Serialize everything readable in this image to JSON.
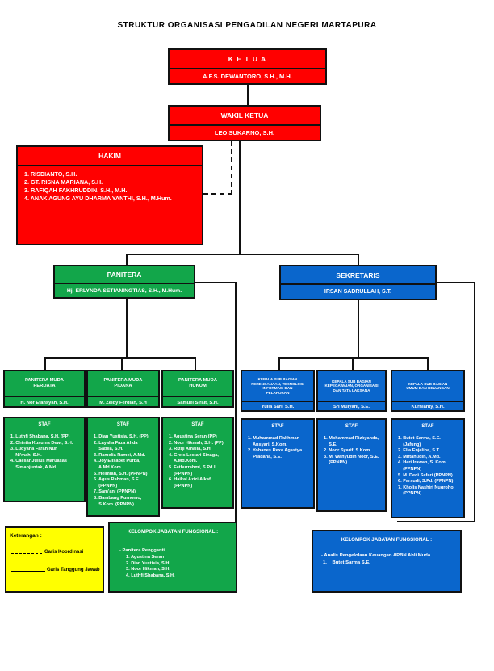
{
  "title": "STRUKTUR ORGANISASI PENGADILAN NEGERI MARTAPURA",
  "ketua": {
    "label": "K E T U A",
    "name": "A.F.S.  DEWANTORO, S.H., M.H."
  },
  "wakil": {
    "label": "WAKIL KETUA",
    "name": "LEO SUKARNO, S.H."
  },
  "hakim": {
    "label": "HAKIM",
    "members": [
      "1. RISDIANTO, S.H.",
      "2. GT. RISNA MARIANA, S.H.",
      "3. RAFIQAH FAKHRUDDIN, S.H., M.H.",
      "4. ANAK AGUNG AYU DHARMA YANTHI, S.H., M.Hum."
    ]
  },
  "panitera": {
    "label": "PANITERA",
    "name": "Hj. ERLYNDA SETIANINGTIAS, S.H., M.Hum."
  },
  "sekretaris": {
    "label": "SEKRETARIS",
    "name": "IRSAN SADRULLAH, S.T."
  },
  "panmud": [
    {
      "label": "PANITERA MUDA\nPERDATA",
      "name": "H. Nor Efansyah, S.H.",
      "staf_label": "STAF",
      "staf": [
        "1. Luthfi Shabana, S.H. (PP)",
        "2. Chintia Kusuma Dewi, S.H.",
        "3. Luqyana Farah Nur\n    Ni'mah, S.H.",
        "4. Caesar Julius Maruasas\n    Simanjuntak, A.Md."
      ]
    },
    {
      "label": "PANITERA MUDA\nPIDANA",
      "name": "M. Zeidy Ferdian, S.H",
      "staf_label": "STAF",
      "staf": [
        "1. Dian Yustisia, S.H. (PP)",
        "2. Layalia Faza Ahda\n    Sabila, S.H.",
        "3. Ramelia Ramei, A.Md.",
        "4. Joy Elisabet Purba,\n    A.Md.Kom.",
        "5. Helmiah, S.H. (PPNPN)",
        "6. Agus Rahman, S.E.\n    (PPNPN)",
        "7. Sam'ani (PPNPN)",
        "8. Bambang Purnomo,\n    S.Kom. (PPNPN)"
      ]
    },
    {
      "label": "PANITERA MUDA\nHUKUM",
      "name": "Samuel Sirait, S.H.",
      "staf_label": "STAF",
      "staf": [
        "1. Agustina Seran (PP)",
        "2. Noor Hikmah, S.H. (PP)",
        "3. Rizqi Amalia, S.H.",
        "4. Greis Lestari Sinaga,\n    A.Md.Kom.",
        "5. Fathurrahmi, S.Pd.I.\n    (PPNPN)",
        "6. Haikal Azizi Alkaf\n    (PPNPN)"
      ]
    }
  ],
  "kasubag": [
    {
      "label": "KEPALA SUB BAGIAN\nPERENCANAAN, TEKNOLOGI\nINFORMASI DAN\nPELAPORAN",
      "name": "Yulla Sari, S.H.",
      "staf_label": "STAF",
      "staf": [
        "1. Muhammad Rakhman\n    Ansyari, S.Kom.",
        "2. Yohanes Rexa Agastya\n    Pradana, S.E."
      ]
    },
    {
      "label": "KEPALA SUB BAGIAN\nKEPEGAWAIAN, ORGANISASI\nDAN TATA LAKSANA",
      "name": "Sri Mulyani, S.E.",
      "staf_label": "STAF",
      "staf": [
        "1. Mohammad Rizkyanda,\n    S.E.",
        "2. Noor Syarif, S.Kom.",
        "3. M. Wahyudin Noor, S.E.\n    (PPNPN)"
      ]
    },
    {
      "label": "KEPALA SUB BAGIAN\nUMUM DAN KEUANGAN",
      "name": "Kurnianty, S.H.",
      "staf_label": "STAF",
      "staf": [
        "1. Butet Sarma, S.E.\n    (Jafung)",
        "2. Elia Enjelina, S.T.",
        "3. Miftahudin, A.Md.",
        "4. Heri Irawan, S. Kom.\n    (PPNPN)",
        "5. M. Dedi Safari (PPNPN)",
        "6. Parsudi, S.Pd. (PPNPN)",
        "7. Kholis Nashiri Nugroho\n    (PPNPN)"
      ]
    }
  ],
  "keterangan": {
    "label": "Keterangan :",
    "koordinasi": "Garis Koordinasi",
    "tanggung_jawab": "Garis Tanggung Jawab"
  },
  "jafung_left": {
    "label": "KELOMPOK JABATAN FUNGSIONAL :",
    "sub": "- Panitera Pengganti",
    "members": [
      "1. Agustina Seran",
      "2. Dian Yustisia, S.H.",
      "3. Noor Hikmah, S.H.",
      "4. Luthfi Shabana, S.H."
    ]
  },
  "jafung_right": {
    "label": "KELOMPOK JABATAN FUNGSIONAL :",
    "sub": "-  Analis Pengelolaan Keuangan APBN Ahli Muda",
    "member": "1.    Butet Sarma S.E."
  },
  "colors": {
    "red": "#ff0000",
    "green": "#12a64a",
    "blue": "#0a66cc",
    "yellow": "#ffff00"
  }
}
